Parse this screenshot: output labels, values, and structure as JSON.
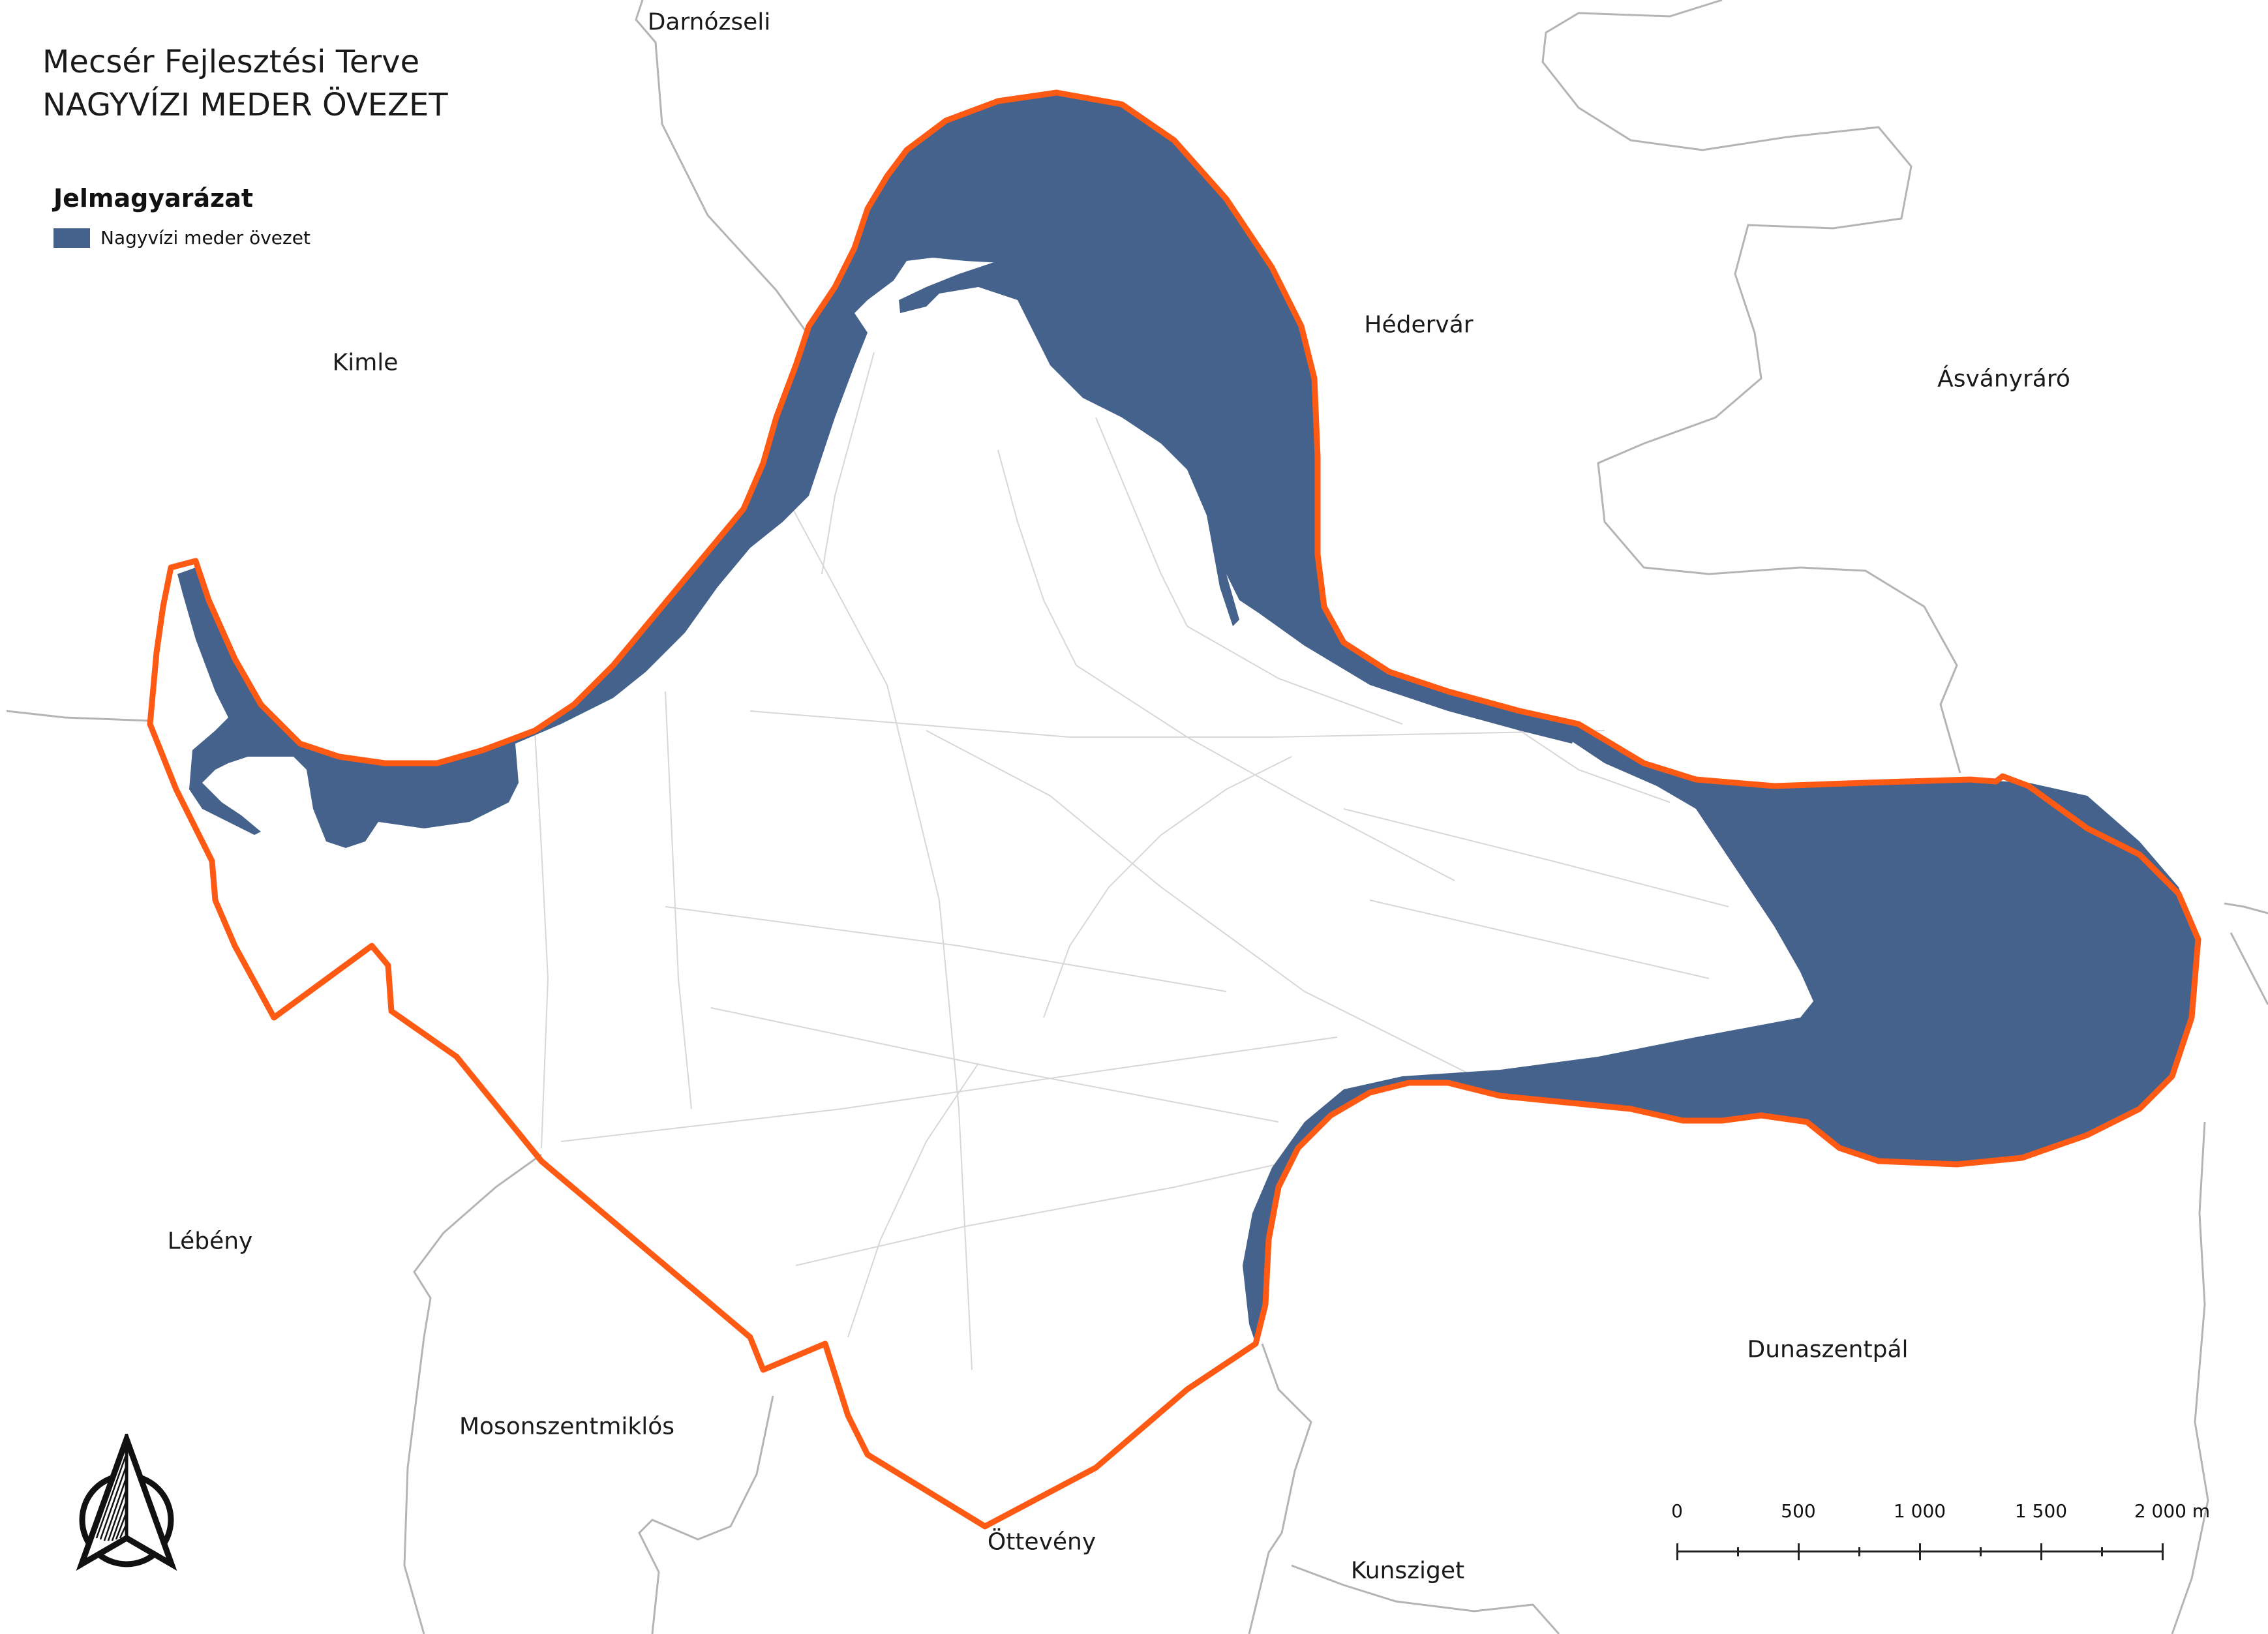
{
  "title": {
    "line1": "Mecsér Fejlesztési Terve",
    "line2": "NAGYVÍZI MEDER ÖVEZET"
  },
  "legend": {
    "title": "Jelmagyarázat",
    "items": [
      {
        "label": "Nagyvízi meder övezet",
        "color": "#44628b"
      }
    ]
  },
  "places": {
    "darnozseli": "Darnózseli",
    "kimle": "Kimle",
    "hedervar": "Hédervár",
    "asvanyraro": "Ásványráró",
    "lebeny": "Lébény",
    "mosonszentmiklos": "Mosonszentmiklós",
    "ottevény": "Öttevény",
    "kunsziget": "Kunsziget",
    "dunaszentpal": "Dunaszentpál"
  },
  "scalebar": {
    "labels": [
      "0",
      "500",
      "1 000",
      "1 500",
      "2 000 m"
    ]
  },
  "colors": {
    "floodplain_fill": "#44628b",
    "boundary": "#ff5a14",
    "municipal_border": "#b4b4b4",
    "parcel_lines": "#d7d7d7"
  },
  "icons": {
    "north_arrow": "north-arrow-icon"
  }
}
